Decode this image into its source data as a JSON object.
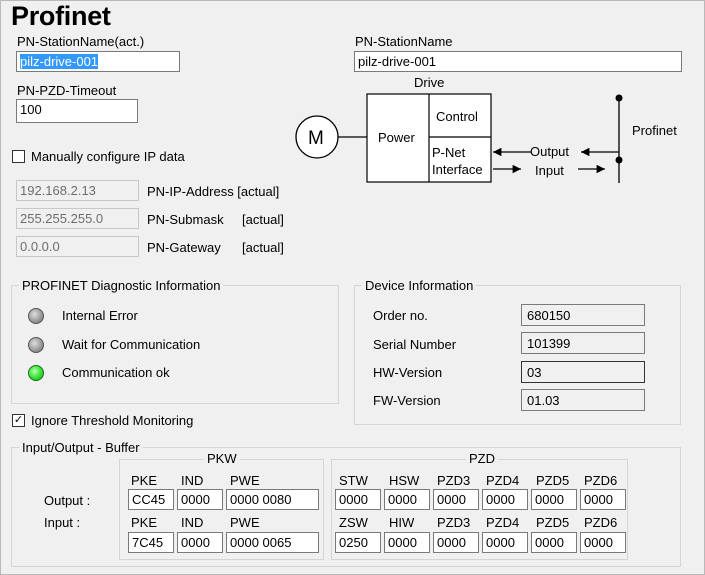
{
  "title": "Profinet",
  "station_name_act": {
    "label": "PN-StationName(act.)",
    "value": "pilz-drive-001"
  },
  "station_name": {
    "label": "PN-StationName",
    "value": "pilz-drive-001"
  },
  "pzd_timeout": {
    "label": "PN-PZD-Timeout",
    "value": "100"
  },
  "manual_ip": {
    "label": "Manually configure IP data",
    "checked": false
  },
  "ip_rows": [
    {
      "value": "192.168.2.13",
      "label": "PN-IP-Address [actual]"
    },
    {
      "value": "255.255.255.0",
      "label": "PN-Submask",
      "suffix": "[actual]"
    },
    {
      "value": "0.0.0.0",
      "label": "PN-Gateway",
      "suffix": "[actual]"
    }
  ],
  "diagram": {
    "drive": "Drive",
    "motor": "M",
    "power": "Power",
    "control": "Control",
    "pnet1": "P-Net",
    "pnet2": "Interface",
    "output": "Output",
    "input": "Input",
    "profinet": "Profinet"
  },
  "diag": {
    "title": "PROFINET Diagnostic Information",
    "items": [
      {
        "label": "Internal Error",
        "state": "gray"
      },
      {
        "label": "Wait for Communication",
        "state": "gray"
      },
      {
        "label": "Communication ok",
        "state": "green"
      }
    ]
  },
  "device": {
    "title": "Device Information",
    "rows": [
      {
        "label": "Order no.",
        "value": "680150"
      },
      {
        "label": "Serial Number",
        "value": "101399"
      },
      {
        "label": "HW-Version",
        "value": "03"
      },
      {
        "label": "FW-Version",
        "value": "01.03"
      }
    ]
  },
  "threshold": {
    "label": "Ignore Threshold Monitoring",
    "checked": true
  },
  "buffer": {
    "title": "Input/Output - Buffer",
    "pkw_title": "PKW",
    "pzd_title": "PZD",
    "output_label": "Output :",
    "input_label": "Input :",
    "out_pkw_headers": [
      "PKE",
      "IND",
      "PWE"
    ],
    "out_pkw_values": [
      "CC45",
      "0000",
      "0000 0080"
    ],
    "out_pzd_headers": [
      "STW",
      "HSW",
      "PZD3",
      "PZD4",
      "PZD5",
      "PZD6"
    ],
    "out_pzd_values": [
      "0000",
      "0000",
      "0000",
      "0000",
      "0000",
      "0000"
    ],
    "in_pkw_headers": [
      "PKE",
      "IND",
      "PWE"
    ],
    "in_pkw_values": [
      "7C45",
      "0000",
      "0000 0065"
    ],
    "in_pzd_headers": [
      "ZSW",
      "HIW",
      "PZD3",
      "PZD4",
      "PZD5",
      "PZD6"
    ],
    "in_pzd_values": [
      "0250",
      "0000",
      "0000",
      "0000",
      "0000",
      "0000"
    ]
  }
}
